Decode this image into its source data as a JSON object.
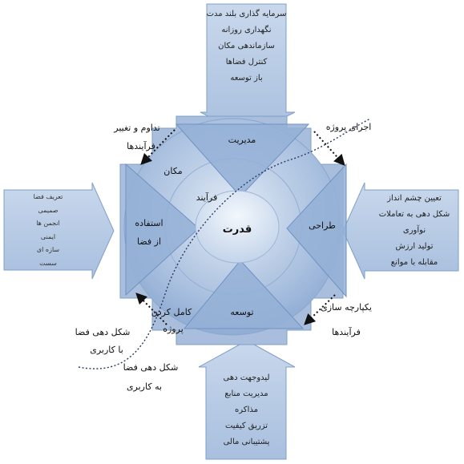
{
  "center": {
    "core": "قدرت",
    "inner_ring": "فرآیند",
    "outer_ring": "مکان"
  },
  "quadrants": {
    "top": "مدیریت",
    "right": "طراحی",
    "bottom": "توسعه",
    "left_line1": "استفاده",
    "left_line2": "از فضا"
  },
  "boxes": {
    "top": [
      "سرمایه گذاری بلند مدت",
      "نگهداری روزانه",
      "سازماندهی مکان",
      "کنترل فضاها",
      "باز توسعه"
    ],
    "right": [
      "تعیین چشم انداز",
      "شکل دهی به تعاملات",
      "نوآوری",
      "تولید ارزش",
      "مقابله با موانع"
    ],
    "bottom": [
      "لیدوجهت دهی",
      "مدیریت منابع",
      "مذاکره",
      "تزریق کیفیت",
      "پشتیبانی مالی"
    ],
    "left": [
      "تعریف فضا",
      "صمیمی",
      "انجمن ها",
      "ایمنی",
      "سازه ای",
      "سست"
    ]
  },
  "annotations": {
    "top_left_line1": "تداوم و تغییر",
    "top_left_line2": "فرآیندها",
    "top_right": "اجرای پروژه",
    "bottom_right_line1": "یکپارچه سازی",
    "bottom_right_line2": "فرآیندها",
    "bottom_left_a_line1": "کامل کردن",
    "bottom_left_a_line2": "پروژه",
    "bottom_left_b_line1": "شکل دهی فضا",
    "bottom_left_b_line2": "با کاربری",
    "bottom_left_c_line1": "شکل دهی فضا",
    "bottom_left_c_line2": "به کاربری"
  },
  "colors": {
    "box_fill": "#b8cbe4",
    "box_stroke": "#7f9fc8",
    "arrow_fill": "#97b2d6",
    "arrow_stroke": "#6a8dbf",
    "ring_outer": "#9fb9dc",
    "ring_inner": "#b6c9e4",
    "core": "#d4e0f0"
  }
}
